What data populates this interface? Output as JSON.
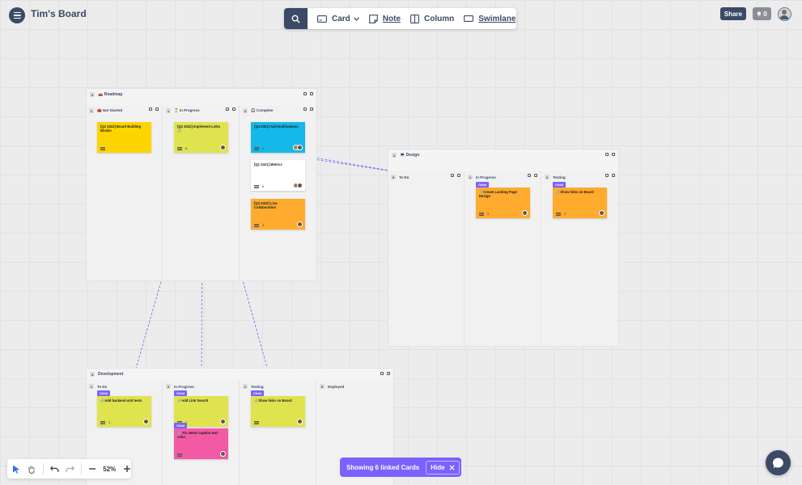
{
  "header": {
    "board_title": "Tim's Board"
  },
  "toolbar": {
    "card": "Card",
    "note": "Note",
    "column": "Column",
    "swimlane": "Swimlane"
  },
  "top_right": {
    "share": "Share",
    "notifications": "0"
  },
  "swimlanes": {
    "roadmap": {
      "count": "3",
      "title": "🚗 Roadmap",
      "columns": [
        {
          "count": "1",
          "title": "🧰 Not Started"
        },
        {
          "count": "1",
          "title": "⏳ In Progress"
        },
        {
          "count": "3",
          "title": "🎧 Complete"
        }
      ],
      "cards": [
        {
          "title": "[Q2 2022] Board Building Blocks",
          "meta": ""
        },
        {
          "title": "[Q2 2022] Implement Links 🔗",
          "meta": "6"
        },
        {
          "title": "[Q4 2021] Add Notifications",
          "meta": "1"
        },
        {
          "title": "[Q1 2021] Metrics",
          "meta": "6"
        },
        {
          "title": "[Q3 2020] Live Collaboration",
          "meta": "2"
        }
      ]
    },
    "design": {
      "count": "2",
      "title": "💻 Design",
      "columns": [
        {
          "count": "0",
          "title": "To Do"
        },
        {
          "count": "1",
          "title": "In Progress"
        },
        {
          "count": "1",
          "title": "Testing"
        }
      ],
      "cards": [
        {
          "badge": "Child",
          "title": "🔗Create Landing Page Design",
          "meta": "2"
        },
        {
          "badge": "Child",
          "title": "🔗Show links on Board",
          "meta": "2"
        }
      ]
    },
    "development": {
      "count": "4",
      "title": "Development",
      "columns": [
        {
          "count": "1",
          "title": "To Do"
        },
        {
          "count": "2",
          "title": "In Progress"
        },
        {
          "count": "1",
          "title": "Testing"
        },
        {
          "count": "0",
          "title": "Deployed"
        }
      ],
      "cards": [
        {
          "badge": "Child",
          "title": "🔗Add backend unit tests",
          "meta": "1"
        },
        {
          "badge": "Child",
          "title": "🔗Add Link Search",
          "meta": "2"
        },
        {
          "badge": "Child",
          "title": "🔗 Fix select caption text color",
          "meta": ""
        },
        {
          "badge": "Child",
          "title": "🔗Show links on Board",
          "meta": ""
        }
      ]
    }
  },
  "bottom_tools": {
    "zoom": "52%"
  },
  "linked_banner": {
    "text": "Showing 6 linked Cards",
    "hide": "Hide"
  },
  "colors": {
    "navy": "#3b4a66",
    "purple": "#7b61ff",
    "yellow": "#fcd500",
    "lime": "#dfe34d",
    "cyan": "#15b8e8",
    "orange": "#ffab2e",
    "pink": "#f35aa5"
  }
}
